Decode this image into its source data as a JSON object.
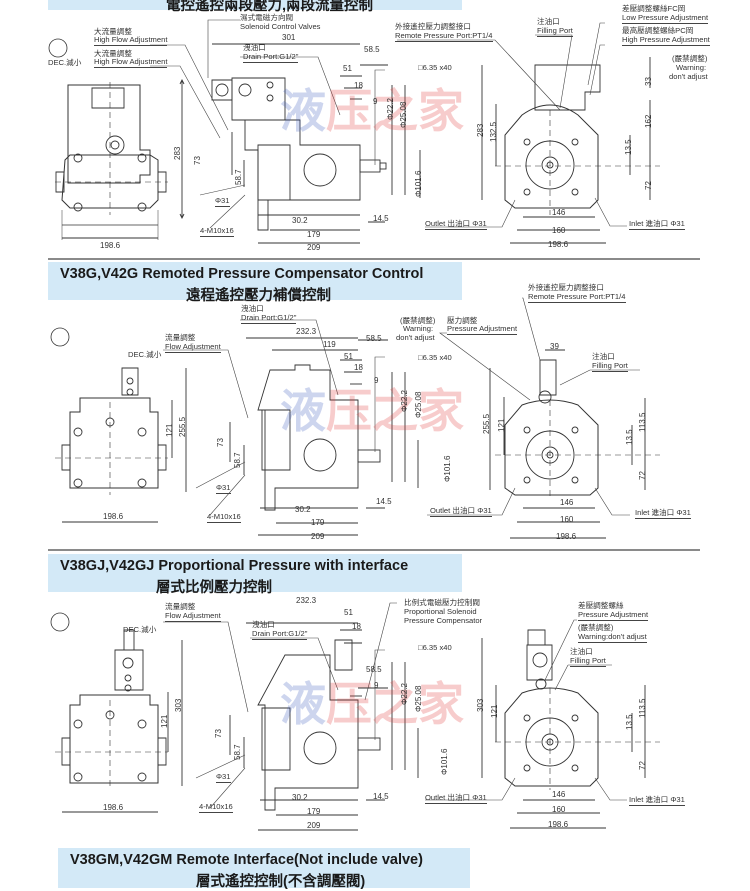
{
  "sections": [
    {
      "title_en": "",
      "title_zh": "電控遙控兩段壓力,兩段流量控制",
      "labels": {
        "dec": "DEC.減小",
        "high_flow_1_zh": "大流量調整",
        "high_flow_1_en": "High Flow Adjustment",
        "high_flow_2_zh": "大流量調整",
        "high_flow_2_en": "High Flow Adjustment",
        "solenoid_zh": "濕式電磁方向閥",
        "solenoid_en": "Solenoid Control Valves",
        "drain_zh": "洩油口",
        "drain_en": "Drain Port:G1/2\"",
        "remote_zh": "外接遙控壓力調整接口",
        "remote_en": "Remote Pressure Port:PT1/4",
        "filling_zh": "注油口",
        "filling_en": "Filling Port",
        "low_press_zh": "差壓調整螺絲FC岡",
        "low_press_en": "Low Pressure Adjustment",
        "high_press_zh": "最高壓調整螺絲PC岡",
        "high_press_en": "High Pressure Adjustment",
        "warn_zh": "(嚴禁調整)",
        "warn_en1": "Warning:",
        "warn_en2": "don't adjust",
        "key": "□6.35",
        "key_suffix": "x40",
        "outlet": "Outlet 出油口 Φ31",
        "inlet": "Inlet 進油口 Φ31",
        "phi31": "Φ31",
        "bolts": "4-M10x16",
        "shaft_d1": "Φ22.2",
        "shaft_d2": "Φ25.08",
        "pilot_d": "Φ101.6"
      },
      "dims": {
        "front_height": "283",
        "front_width": "198.6",
        "side_total": "301",
        "side_58_5": "58.5",
        "side_51": "51",
        "side_18": "18",
        "side_9": "9",
        "side_73": "73",
        "side_58_7": "58.7",
        "side_30_2": "30.2",
        "side_179": "179",
        "side_209": "209",
        "side_14_5": "14.5",
        "rear_283": "283",
        "rear_132_5": "132.5",
        "rear_33": "33",
        "rear_162": "162",
        "rear_13_5": "13.5",
        "rear_72": "72",
        "rear_146": "146",
        "rear_160": "160",
        "rear_198_6": "198.6"
      }
    },
    {
      "title_en": "V38G,V42G Remoted Pressure Compensator Control",
      "title_zh": "遠程遙控壓力補償控制",
      "labels": {
        "dec": "DEC.減小",
        "flow_zh": "流量調整",
        "flow_en": "Flow Adjustment",
        "drain_zh": "洩油口",
        "drain_en": "Drain Port:G1/2\"",
        "warn_zh": "(嚴禁調整)",
        "warn_en1": "Warning:",
        "warn_en2": "don't adjust",
        "press_zh": "壓力調整",
        "press_en": "Pressure Adjustment",
        "remote_zh": "外接遙控壓力調整接口",
        "remote_en": "Remote Pressure Port:PT1/4",
        "filling_zh": "注油口",
        "filling_en": "Filling Port",
        "key": "□6.35",
        "key_suffix": "x40",
        "outlet": "Outlet 出油口 Φ31",
        "inlet": "Inlet 進油口 Φ31",
        "phi31": "Φ31",
        "bolts": "4-M10x16",
        "shaft_d1": "Φ22.2",
        "shaft_d2": "Φ25.08",
        "pilot_d": "Φ101.6"
      },
      "dims": {
        "front_121": "121",
        "front_255_5": "255.5",
        "front_width": "198.6",
        "side_232_3": "232.3",
        "side_119": "119",
        "side_58_5": "58.5",
        "side_51": "51",
        "side_18": "18",
        "side_9": "9",
        "side_73": "73",
        "side_58_7": "58.7",
        "side_30_2": "30.2",
        "side_179": "179",
        "side_209": "209",
        "side_14_5": "14.5",
        "rear_39": "39",
        "rear_255_5": "255.5",
        "rear_121": "121",
        "rear_13_5": "13.5",
        "rear_113_5": "113.5",
        "rear_72": "72",
        "rear_146": "146",
        "rear_160": "160",
        "rear_198_6": "198.6"
      }
    },
    {
      "title_en": "V38GJ,V42GJ Proportional Pressure with interface",
      "title_zh": "層式比例壓力控制",
      "labels": {
        "dec": "DEC.減小",
        "flow_zh": "流量調整",
        "flow_en": "Flow Adjustment",
        "drain_zh": "洩油口",
        "drain_en": "Drain Port:G1/2\"",
        "prop_zh": "比例式電磁壓力控制閥",
        "prop_en1": "Proportional Solenoid",
        "prop_en2": "Pressure Compensator",
        "press_zh": "差壓調整螺絲",
        "press_en": "Pressure Adjustment",
        "warn_zh": "(嚴禁調整)",
        "warn_en": "Warning:don't adjust",
        "filling_zh": "注油口",
        "filling_en": "Filling Port",
        "key": "□6.35",
        "key_suffix": "x40",
        "outlet": "Outlet 出油口 Φ31",
        "inlet": "Inlet 進油口 Φ31",
        "phi31": "Φ31",
        "bolts": "4-M10x16",
        "shaft_d1": "Φ22.2",
        "shaft_d2": "Φ25.08",
        "pilot_d": "Φ101.6"
      },
      "dims": {
        "front_121": "121",
        "front_303": "303",
        "front_width": "198.6",
        "side_232_3": "232.3",
        "side_58_5": "58.5",
        "side_51": "51",
        "side_18": "18",
        "side_9": "9",
        "side_73": "73",
        "side_58_7": "58.7",
        "side_30_2": "30.2",
        "side_179": "179",
        "side_209": "209",
        "side_14_5": "14.5",
        "rear_303": "303",
        "rear_121": "121",
        "rear_13_5": "13.5",
        "rear_113_5": "113.5",
        "rear_72": "72",
        "rear_146": "146",
        "rear_160": "160",
        "rear_198_6": "198.6"
      }
    },
    {
      "title_en": "V38GM,V42GM Remote Interface(Not include valve)",
      "title_zh": "層式遙控控制(不含調壓閥)"
    }
  ],
  "watermark": {
    "text_a": "液",
    "text_b": "压",
    "text_c": "之家",
    "color_a": "#3b5bbf",
    "color_b": "#e23a3a"
  },
  "colors": {
    "banner": "#d3e9f7",
    "rule": "#8a8a8a",
    "line": "#333333"
  }
}
